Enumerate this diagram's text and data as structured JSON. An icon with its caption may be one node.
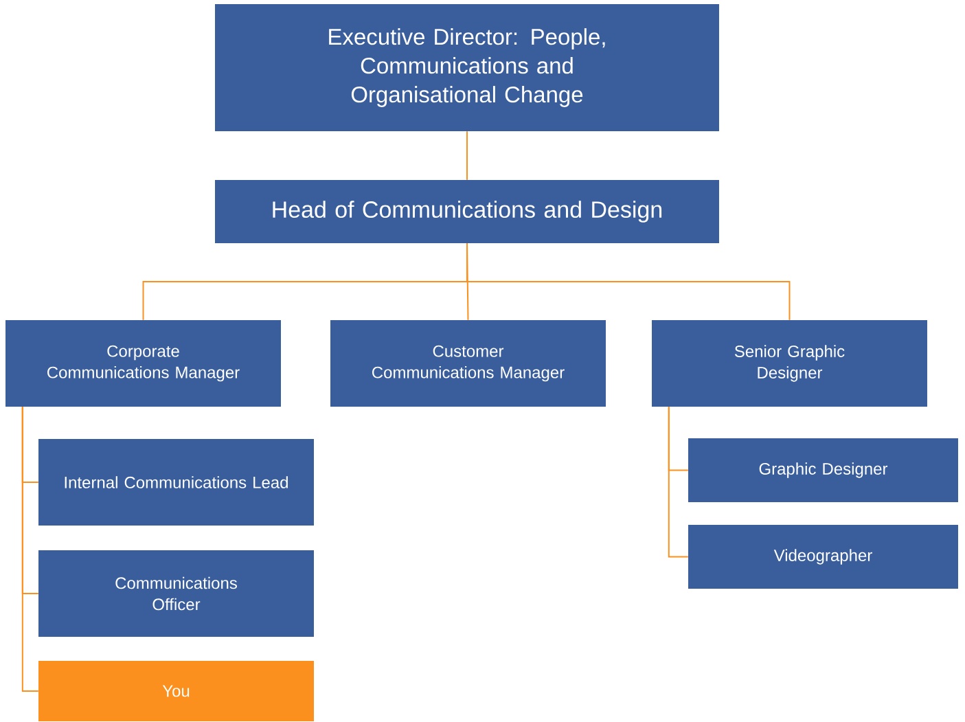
{
  "diagram": {
    "nodes": [
      {
        "text": [
          "Executive Director: People, Communications and Organisational Change"
        ]
      },
      {
        "text": [
          "Head of Communications and Design"
        ]
      },
      {
        "text": [
          "Corporate Communications Manager"
        ]
      },
      {
        "text": [
          "Customer Communications Manager"
        ]
      },
      {
        "text": [
          "Senior Graphic Designer"
        ]
      },
      {
        "text": [
          "Internal Communications Lead"
        ]
      },
      {
        "text": [
          "Communications Officer"
        ]
      },
      {
        "text": [
          "You"
        ]
      },
      {
        "text": [
          "Graphic Designer"
        ]
      },
      {
        "text": [
          "Videographer"
        ]
      }
    ],
    "edges": [
      {
        "from": 0,
        "to": 1,
        "arrow": "none"
      },
      {
        "from": 1,
        "to": 2,
        "arrow": "none"
      },
      {
        "from": 1,
        "to": 3,
        "arrow": "none"
      },
      {
        "from": 1,
        "to": 4,
        "arrow": "none"
      },
      {
        "from": 2,
        "to": 5,
        "arrow": "none"
      },
      {
        "from": 2,
        "to": 6,
        "arrow": "none"
      },
      {
        "from": 2,
        "to": 7,
        "arrow": "none"
      },
      {
        "from": 4,
        "to": 8,
        "arrow": "none"
      },
      {
        "from": 4,
        "to": 9,
        "arrow": "none"
      }
    ]
  }
}
